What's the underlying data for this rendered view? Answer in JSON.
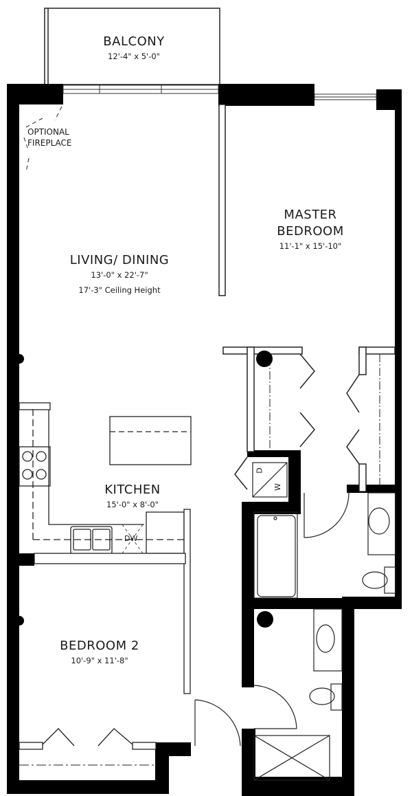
{
  "floor_plan": {
    "rooms": [
      {
        "id": "balcony",
        "name": "BALCONY",
        "dimensions": "12'-4\" x 5'-0\""
      },
      {
        "id": "living_dining",
        "name": "LIVING/ DINING",
        "dimensions": "13'-0\" x 22'-7\"",
        "note": "17'-3\" Ceiling Height"
      },
      {
        "id": "master_bedroom",
        "name_line1": "MASTER",
        "name_line2": "BEDROOM",
        "dimensions": "11'-1\" x 15'-10\""
      },
      {
        "id": "kitchen",
        "name": "KITCHEN",
        "dimensions": "15'-0\" x 8'-0\""
      },
      {
        "id": "bedroom_2",
        "name": "BEDROOM 2",
        "dimensions": "10'-9\" x 11'-8\""
      }
    ],
    "annotations": {
      "fireplace_line1": "OPTIONAL",
      "fireplace_line2": "FIREPLACE"
    },
    "appliances": {
      "dishwasher": "DW",
      "washer": "W",
      "dryer": "D"
    },
    "colors": {
      "wall": "#000000",
      "line": "#1a1a1a",
      "background": "#ffffff"
    }
  }
}
